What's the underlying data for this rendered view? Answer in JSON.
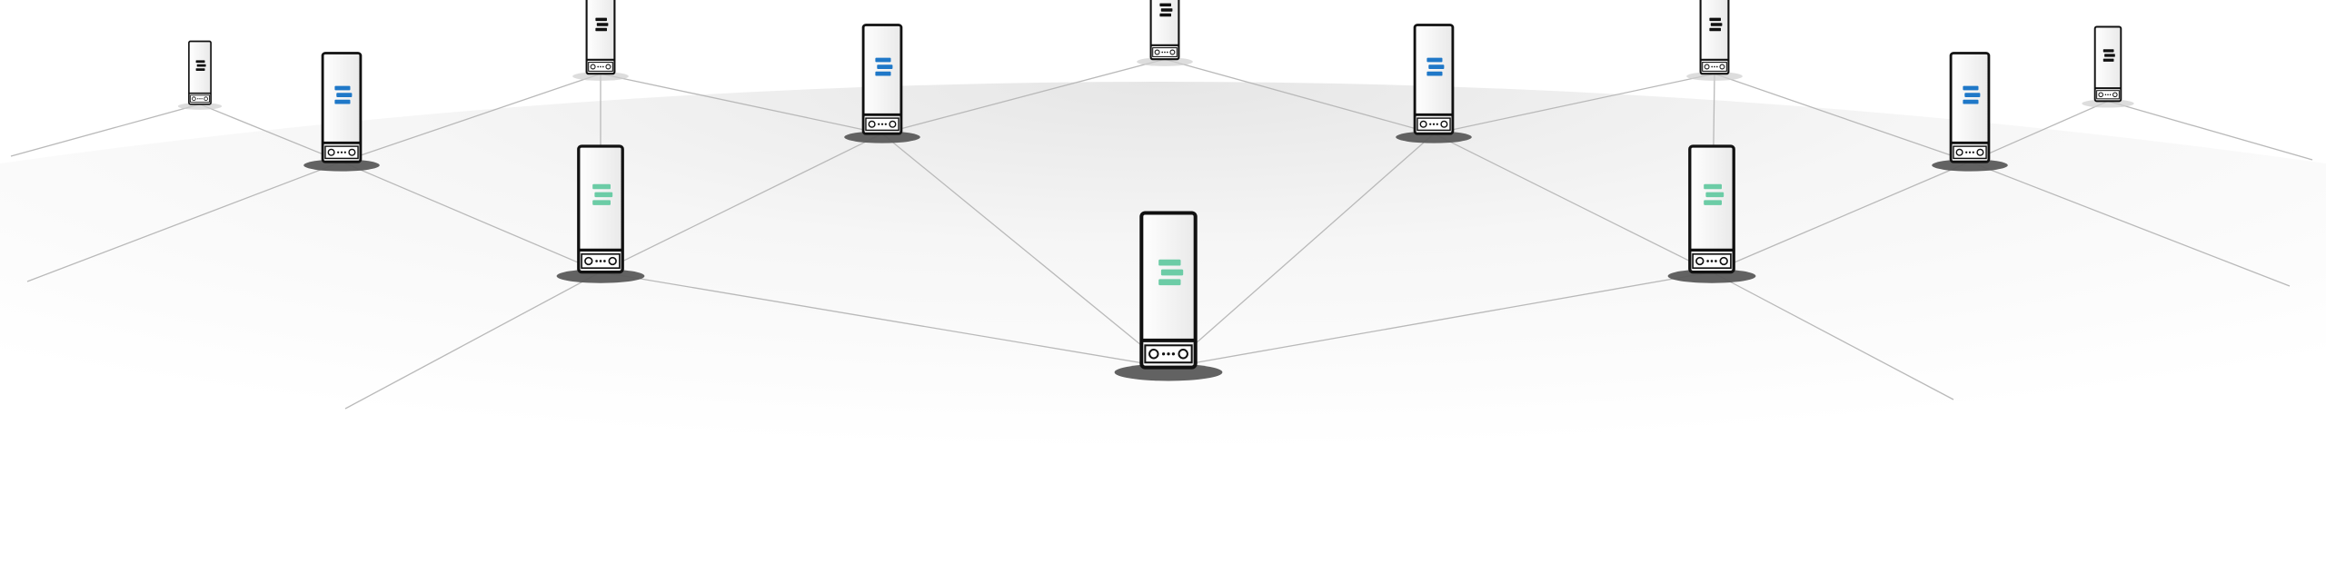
{
  "diagram": {
    "kind": "server-mesh-network",
    "colors": {
      "background": "#ffffff",
      "dome": "#ececec",
      "link": "#b9b9b9",
      "server_outline": "#111111",
      "server_body": "#f4f4f4",
      "base_dark": "#5a5a5a",
      "base_light": "#cfcfcf",
      "mark_green": "#6ccca6",
      "mark_blue": "#1f78c8",
      "mark_black": "#111111"
    },
    "servers": [
      {
        "id": "s1",
        "tier": "far",
        "mark": "black"
      },
      {
        "id": "s2",
        "tier": "far",
        "mark": "black"
      },
      {
        "id": "s3",
        "tier": "far",
        "mark": "black"
      },
      {
        "id": "s4",
        "tier": "far",
        "mark": "black"
      },
      {
        "id": "s5",
        "tier": "far",
        "mark": "black"
      },
      {
        "id": "s6",
        "tier": "mid",
        "mark": "blue"
      },
      {
        "id": "s7",
        "tier": "mid",
        "mark": "blue"
      },
      {
        "id": "s8",
        "tier": "mid",
        "mark": "blue"
      },
      {
        "id": "s9",
        "tier": "mid",
        "mark": "blue"
      },
      {
        "id": "s10",
        "tier": "near",
        "mark": "green"
      },
      {
        "id": "s11",
        "tier": "near",
        "mark": "green"
      },
      {
        "id": "s12",
        "tier": "front",
        "mark": "green"
      }
    ],
    "links": [
      [
        "s1",
        "s6"
      ],
      [
        "s6",
        "s2"
      ],
      [
        "s2",
        "s7"
      ],
      [
        "s7",
        "s3"
      ],
      [
        "s3",
        "s8"
      ],
      [
        "s8",
        "s4"
      ],
      [
        "s4",
        "s9"
      ],
      [
        "s9",
        "s5"
      ],
      [
        "s2",
        "s10"
      ],
      [
        "s6",
        "s10"
      ],
      [
        "s7",
        "s10"
      ],
      [
        "s8",
        "s11"
      ],
      [
        "s4",
        "s11"
      ],
      [
        "s9",
        "s11"
      ],
      [
        "s10",
        "s12"
      ],
      [
        "s7",
        "s12"
      ],
      [
        "s8",
        "s12"
      ],
      [
        "s11",
        "s12"
      ]
    ]
  }
}
